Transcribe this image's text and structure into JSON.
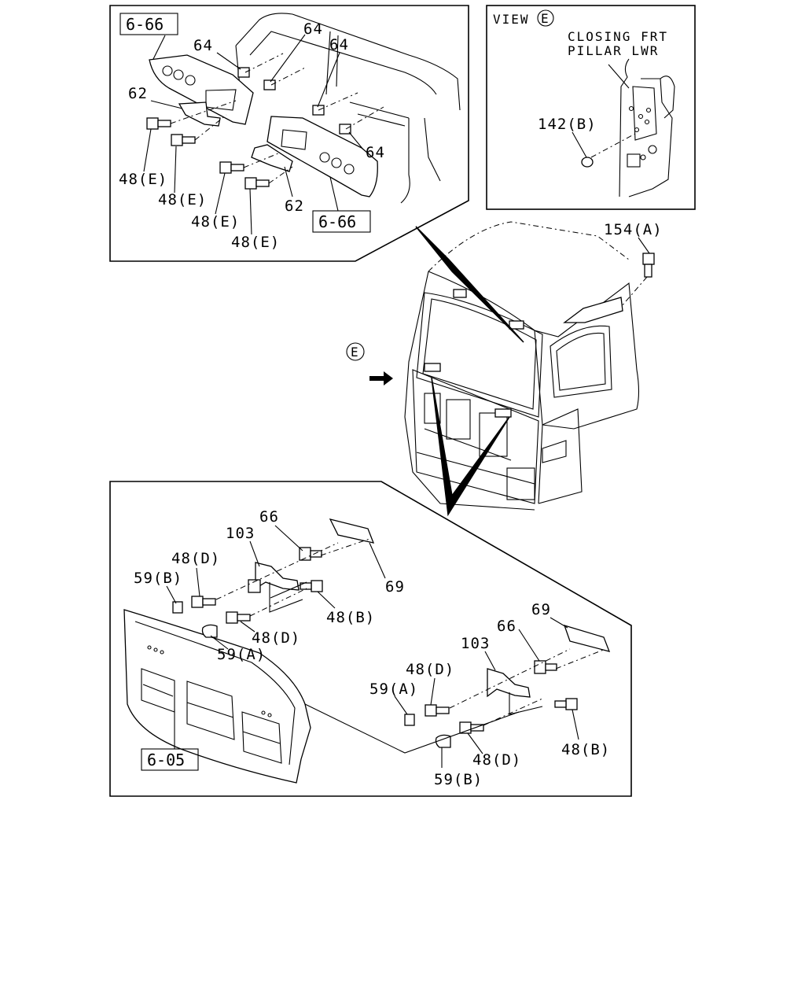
{
  "view_label": "VIEW",
  "view_marker": "E",
  "direction_marker": "E",
  "note_line1": "CLOSING FRT",
  "note_line2": "PILLAR LWR",
  "top_box": {
    "ref_a": "6-66",
    "ref_b": "6-66",
    "labels": {
      "l64a": "64",
      "l64b": "64",
      "l64c": "64",
      "l64d": "64",
      "l62a": "62",
      "l62b": "62",
      "l48e1": "48(E)",
      "l48e2": "48(E)",
      "l48e3": "48(E)",
      "l48e4": "48(E)"
    }
  },
  "view_box": {
    "l142": "142(B)"
  },
  "cab": {
    "l154": "154(A)"
  },
  "bottom_box": {
    "ref": "6-05",
    "labels": {
      "l66a": "66",
      "l66b": "66",
      "l103a": "103",
      "l103b": "103",
      "l69a": "69",
      "l69b": "69",
      "l48d1": "48(D)",
      "l48d2": "48(D)",
      "l48d3": "48(D)",
      "l48d4": "48(D)",
      "l48b1": "48(B)",
      "l48b2": "48(B)",
      "l59b1": "59(B)",
      "l59b2": "59(B)",
      "l59a1": "59(A)",
      "l59a2": "59(A)"
    }
  }
}
